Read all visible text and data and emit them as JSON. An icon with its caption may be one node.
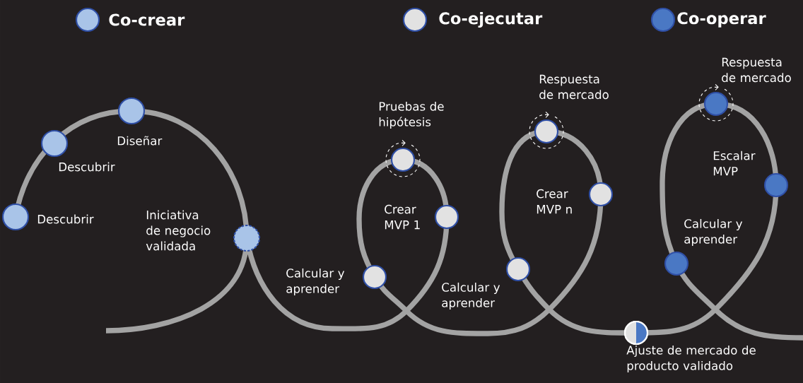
{
  "diagram": {
    "nodes": [
      {
        "text": [],
        "shape": "circle",
        "beside": [
          "Descubrir"
        ]
      },
      {
        "text": [],
        "shape": "circle",
        "beside": [
          "Descubrir"
        ]
      },
      {
        "text": [],
        "shape": "circle",
        "beside": [
          "Diseñar"
        ]
      },
      {
        "text": [],
        "shape": "circle",
        "beside": [
          "Iniciativa de negocio validada"
        ]
      },
      {
        "text": [],
        "shape": "circle",
        "beside": [
          "Pruebas de hipótesis"
        ]
      },
      {
        "text": [],
        "shape": "circle",
        "beside": [
          "Crear MVP 1"
        ]
      },
      {
        "text": [],
        "shape": "circle",
        "beside": [
          "Calcular y aprender"
        ]
      },
      {
        "text": [],
        "shape": "circle",
        "beside": [
          "Respuesta de mercado"
        ]
      },
      {
        "text": [],
        "shape": "circle",
        "beside": [
          "Crear MVP n"
        ]
      },
      {
        "text": [],
        "shape": "circle",
        "beside": [
          "Calcular y aprender"
        ]
      },
      {
        "text": [],
        "shape": "circle",
        "beside": [
          "Ajuste de mercado de producto validado"
        ]
      },
      {
        "text": [],
        "shape": "circle",
        "beside": [
          "Respuesta de mercado"
        ]
      },
      {
        "text": [],
        "shape": "circle",
        "beside": [
          "Escalar MVP"
        ]
      },
      {
        "text": [],
        "shape": "circle",
        "beside": [
          "Calcular y aprender"
        ]
      }
    ],
    "legend": [
      {
        "text": "Co-crear",
        "color": "#a9c4e8"
      },
      {
        "text": "Co-ejecutar",
        "color": "#e2e2e2"
      },
      {
        "text": "Co-operar",
        "color": "#4a78c4"
      }
    ]
  }
}
